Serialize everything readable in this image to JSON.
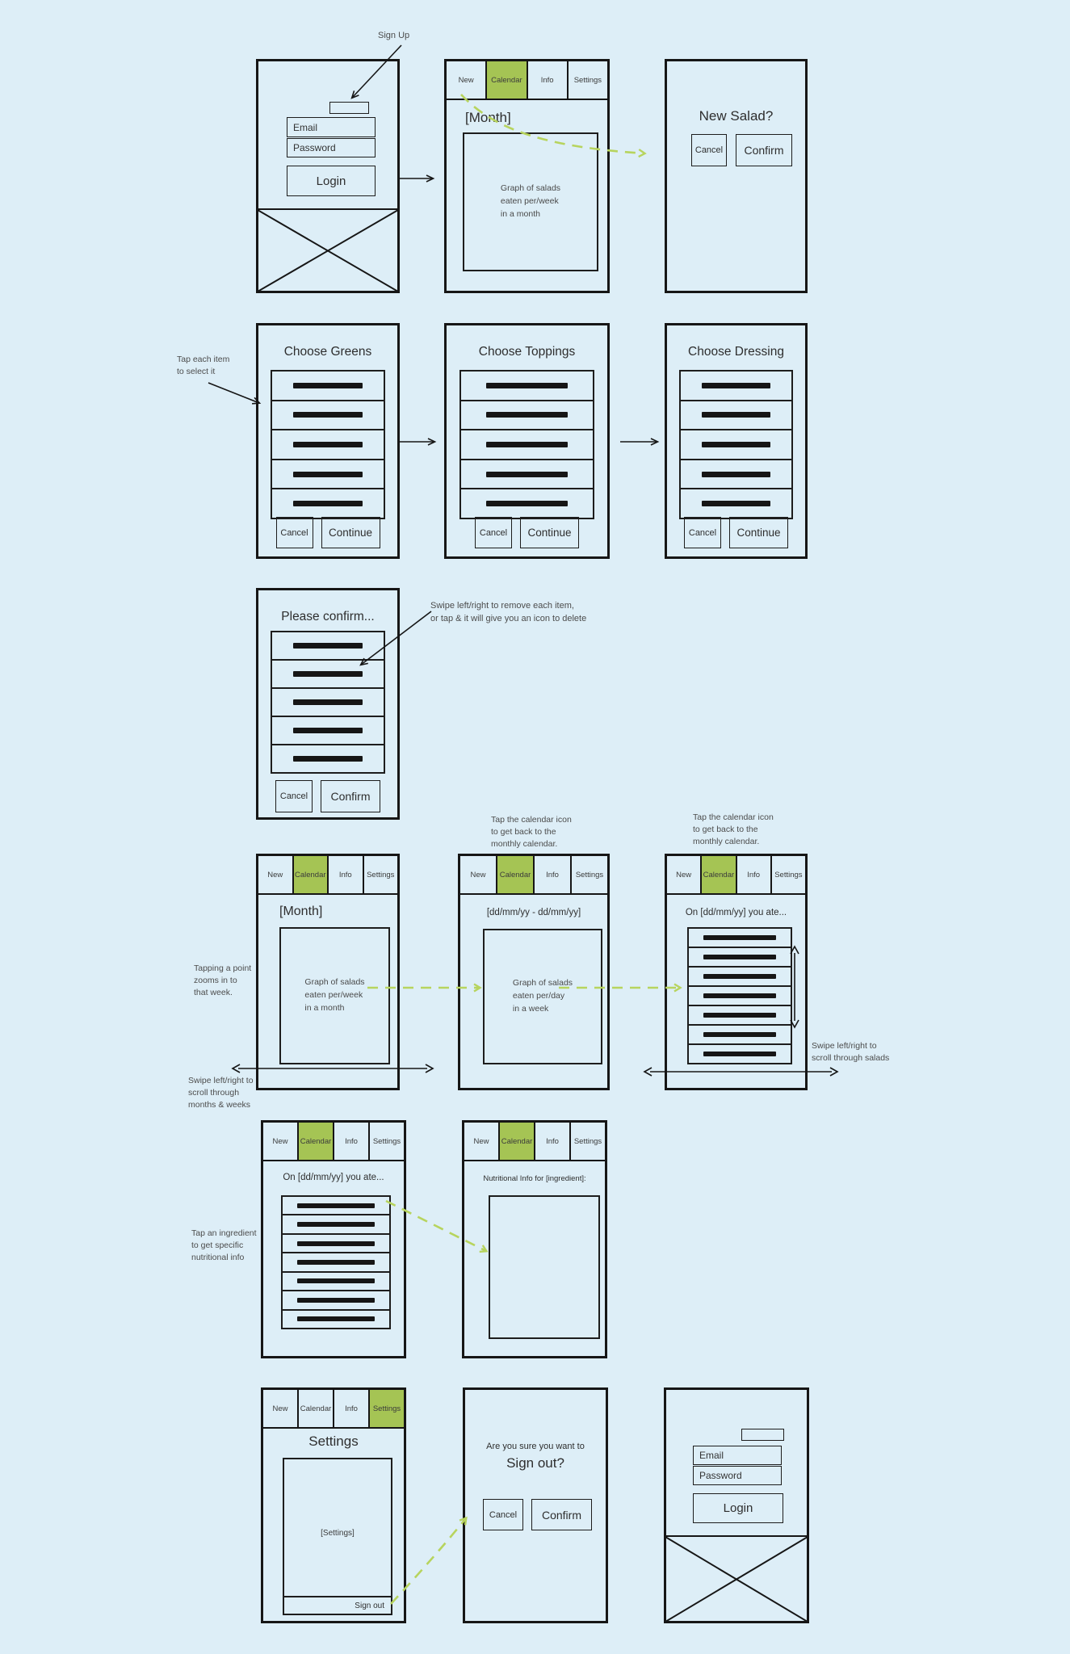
{
  "nav": {
    "new": "New",
    "calendar": "Calendar",
    "info": "Info",
    "settings": "Settings"
  },
  "auth": {
    "email": "Email",
    "password": "Password",
    "login": "Login"
  },
  "buttons": {
    "cancel": "Cancel",
    "confirm": "Confirm",
    "continue": "Continue"
  },
  "screens": {
    "month": {
      "title": "[Month]",
      "graph": "Graph of salads\neaten per/week\nin a month"
    },
    "new_salad": {
      "title": "New Salad?"
    },
    "greens": {
      "title": "Choose Greens"
    },
    "toppings": {
      "title": "Choose Toppings"
    },
    "dressing": {
      "title": "Choose Dressing"
    },
    "confirm_list": {
      "title": "Please confirm..."
    },
    "week": {
      "title": "[dd/mm/yy - dd/mm/yy]",
      "graph": "Graph of salads\neaten per/day\nin a week"
    },
    "day": {
      "title": "On [dd/mm/yy] you ate..."
    },
    "nutrition": {
      "title": "Nutritional Info for [ingredient]:"
    },
    "settings": {
      "title": "Settings",
      "placeholder": "[Settings]",
      "sign_out": "Sign out"
    },
    "sign_out_confirm": {
      "line1": "Are you sure you want to",
      "line2": "Sign out?"
    }
  },
  "annotations": {
    "sign_up": "Sign Up",
    "tap_each_item": "Tap each item\nto select it",
    "swipe_remove": "Swipe left/right to remove each item,\nor tap & it will give you an icon to delete",
    "tapping_point": "Tapping a point\nzooms in to\nthat week.",
    "swipe_months": "Swipe left/right to\nscroll through\nmonths & weeks",
    "tap_calendar": "Tap the calendar icon\nto get back to the\nmonthly calendar.",
    "swipe_salads": "Swipe left/right to\nscroll through salads",
    "tap_ingredient": "Tap an ingredient\nto get specific\nnutritional info"
  },
  "colors": {
    "background": "#ddeef7",
    "line": "#161616",
    "accent_green": "#a5c454",
    "arrow_green": "#b7d45e",
    "text": "#2e2e2e",
    "annotation_text": "#4c4c4c"
  }
}
